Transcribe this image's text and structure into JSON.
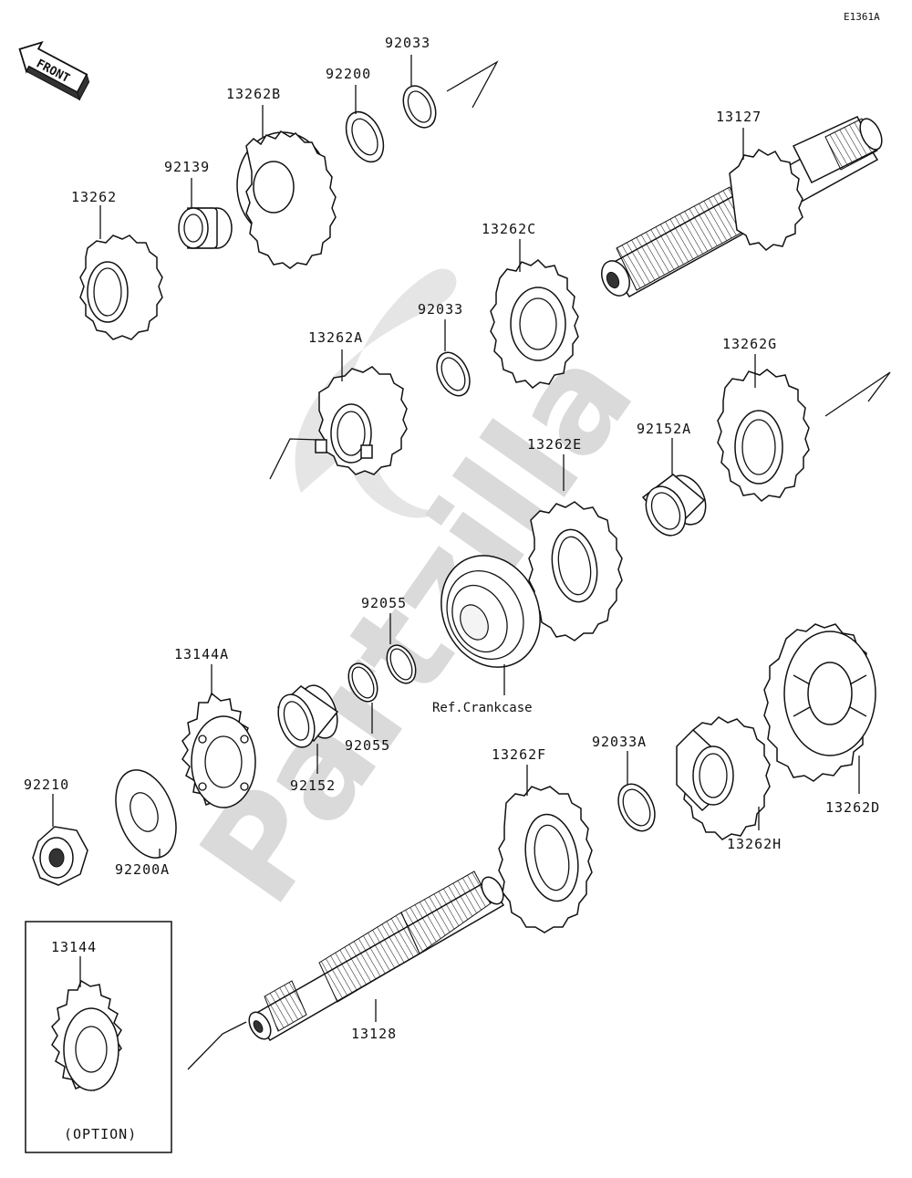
{
  "diagram": {
    "code": "E1361A",
    "front_label": "FRONT",
    "watermark": "Partzilla",
    "ref_note": "Ref.Crankcase",
    "option_note": "(OPTION)",
    "parts": {
      "p92033_top": "92033",
      "p92200": "92200",
      "p13262B": "13262B",
      "p92139": "92139",
      "p13262": "13262",
      "p13127": "13127",
      "p13262C": "13262C",
      "p92033_mid": "92033",
      "p13262A": "13262A",
      "p13262G": "13262G",
      "p92152A": "92152A",
      "p13262E": "13262E",
      "p92055_a": "92055",
      "p92055_b": "92055",
      "p13144A": "13144A",
      "p92152": "92152",
      "p92210": "92210",
      "p92200A": "92200A",
      "p13262F": "13262F",
      "p92033A": "92033A",
      "p13262H": "13262H",
      "p13262D": "13262D",
      "p13144": "13144",
      "p13128": "13128"
    }
  }
}
